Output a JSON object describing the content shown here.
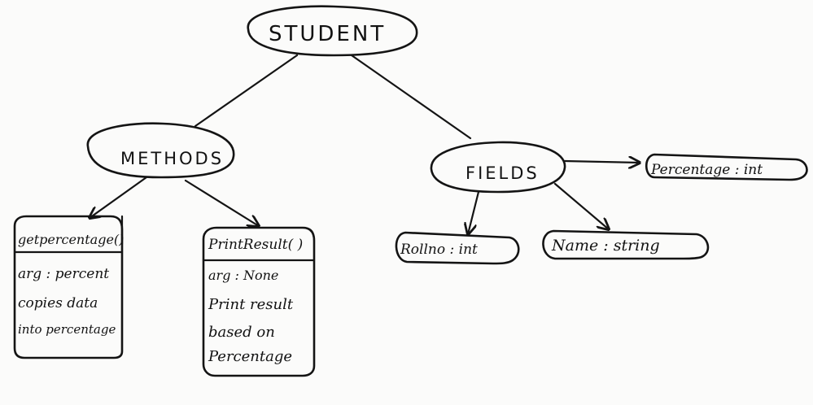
{
  "diagram": {
    "root": {
      "label": "STUDENT"
    },
    "methods": {
      "label": "METHODS",
      "items": [
        {
          "name": "getpercentage()",
          "lines": [
            "arg : percent",
            "copies data",
            "into percentage"
          ]
        },
        {
          "name": "PrintResult( )",
          "lines": [
            "arg : None",
            "Print result",
            "based on",
            "Percentage"
          ]
        }
      ]
    },
    "fields": {
      "label": "FIELDS",
      "items": [
        {
          "label": "Percentage : int"
        },
        {
          "label": "Rollno : int"
        },
        {
          "label": "Name : string"
        }
      ]
    },
    "colors": {
      "ink": "#141414",
      "paper": "#fbfbfa"
    }
  }
}
